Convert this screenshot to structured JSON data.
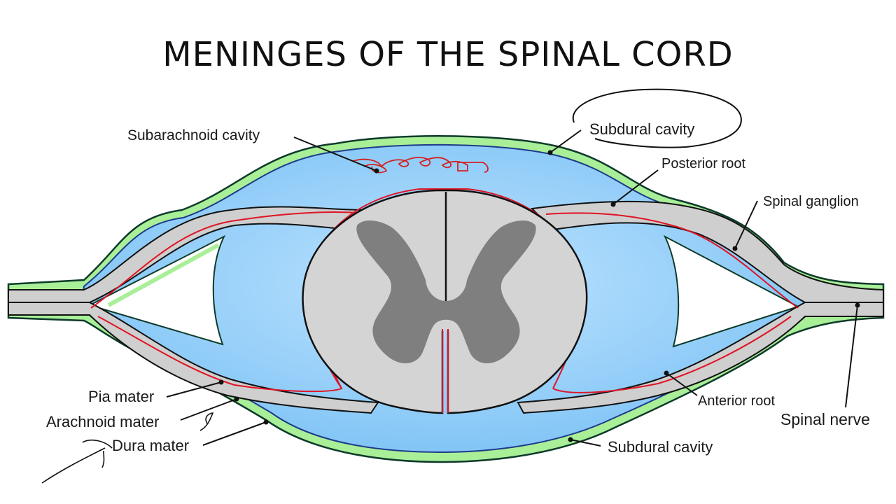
{
  "title": "MENINGES OF THE SPINAL CORD",
  "labels": {
    "subarachnoid_cavity": "Subarachnoid cavity",
    "subdural_cavity_top": "Subdural cavity",
    "posterior_root": "Posterior root",
    "spinal_ganglion": "Spinal ganglion",
    "spinal_nerve": "Spinal nerve",
    "anterior_root": "Anterior root",
    "subdural_cavity_bottom": "Subdural cavity",
    "pia_mater": "Pia mater",
    "arachnoid_mater": "Arachnoid mater",
    "dura_mater": "Dura mater"
  },
  "colors": {
    "dura": "#a8ef98",
    "csf": "#8ccbf8",
    "nerve": "#cfcfcf",
    "cord": "#d4d4d4",
    "grey_matter": "#7f7f7f",
    "pia": "#e01424",
    "arachnoid": "#1f3a8a",
    "annotation": "#d42020"
  }
}
